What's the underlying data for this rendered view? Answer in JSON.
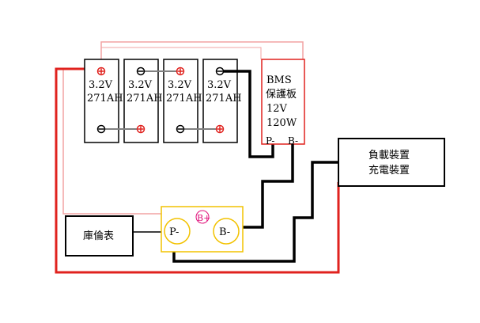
{
  "cells": [
    {
      "voltage": "3.2V",
      "capacity": "271AH"
    },
    {
      "voltage": "3.2V",
      "capacity": "271AH"
    },
    {
      "voltage": "3.2V",
      "capacity": "271AH"
    },
    {
      "voltage": "3.2V",
      "capacity": "271AH"
    }
  ],
  "bms": {
    "line1": "BMS",
    "line2": "保護板",
    "line3": "12V",
    "line4": "120W",
    "terminal_p": "P-",
    "terminal_b": "B-"
  },
  "load": {
    "line1": "負載裝置",
    "line2": "充電裝置"
  },
  "coulomb_meter": {
    "label": "庫倫表"
  },
  "shunt": {
    "b_plus": "B+",
    "p_minus": "P-",
    "b_minus": "B-"
  },
  "colors": {
    "red_wire": "#e0221e",
    "pink_wire": "#f2a3a3",
    "black_wire": "#000000",
    "shunt_outline": "#f2c200",
    "b_plus_text": "#e0107a"
  }
}
